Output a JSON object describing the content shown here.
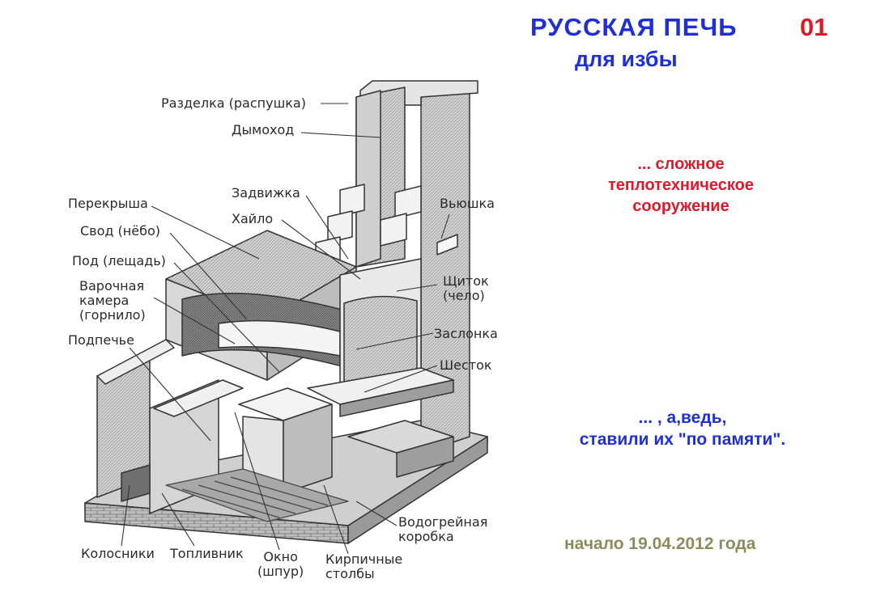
{
  "header": {
    "title": "РУССКАЯ ПЕЧЬ",
    "number": "01",
    "subtitle": "для избы"
  },
  "notes": {
    "complex": "... сложное\nтеплотехническое\nсооружение",
    "memory": "... , а,ведь,\nставили их \"по памяти\".",
    "start": "начало 19.04.2012 года"
  },
  "labels": {
    "razdelka": "Разделка (распушка)",
    "dymokhod": "Дымоход",
    "zadvizhka": "Задвижка",
    "khailo": "Хайло",
    "vyushka": "Вьюшка",
    "perekrysha": "Перекрыша",
    "svod": "Свод (нёбо)",
    "pod": "Под (лещадь)",
    "varochnaya": "Варочная\nкамера\n(горнило)",
    "shchitok": "Щиток\n(чело)",
    "zaslonka": "Заслонка",
    "podpeche": "Подпечье",
    "shestok": "Шесток",
    "vodogreynaya": "Водогрейная\nкоробка",
    "kolosniki": "Колосники",
    "toplivnik": "Топливник",
    "okno": "Окно\n(шпур)",
    "kirpichnye": "Кирпичные\nстолбы"
  },
  "colors": {
    "title_blue": "#1f2fd6",
    "accent_red": "#e0182a",
    "date_olive": "#8c8c5c"
  }
}
